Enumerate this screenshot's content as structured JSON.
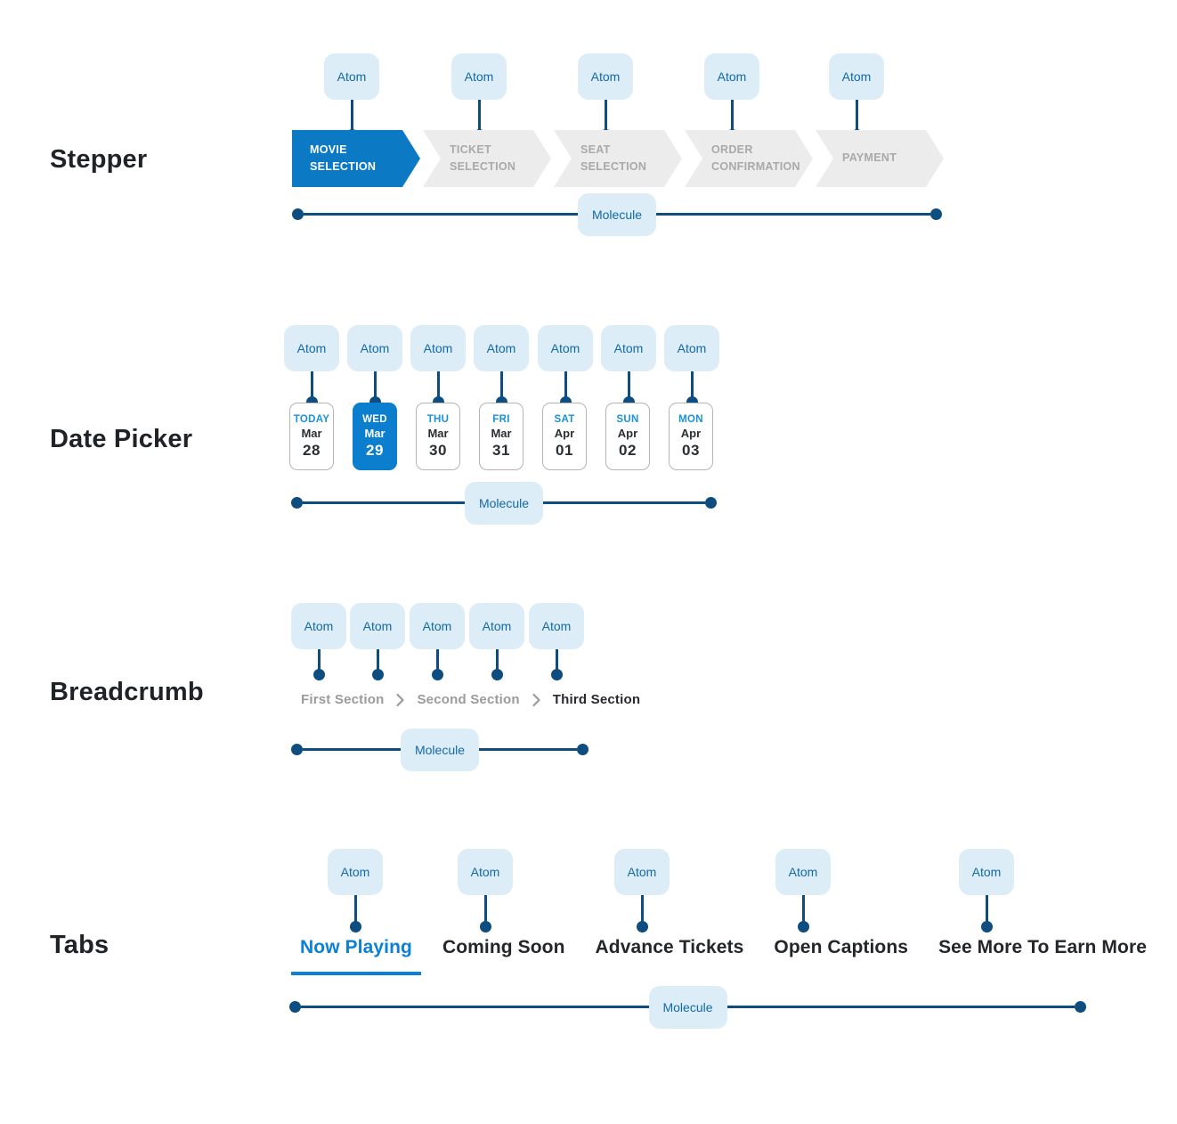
{
  "labels": {
    "atom": "Atom",
    "molecule": "Molecule"
  },
  "sections": {
    "stepper": {
      "title": "Stepper",
      "steps": [
        {
          "label": "MOVIE SELECTION",
          "state": "active"
        },
        {
          "label": "TICKET SELECTION",
          "state": "inactive"
        },
        {
          "label": "SEAT SELECTION",
          "state": "inactive"
        },
        {
          "label": "ORDER CONFIRMATION",
          "state": "inactive"
        },
        {
          "label": "PAYMENT",
          "state": "inactive"
        }
      ]
    },
    "date_picker": {
      "title": "Date Picker",
      "days": [
        {
          "day": "TODAY",
          "month": "Mar",
          "date": "28",
          "selected": false
        },
        {
          "day": "WED",
          "month": "Mar",
          "date": "29",
          "selected": true
        },
        {
          "day": "THU",
          "month": "Mar",
          "date": "30",
          "selected": false
        },
        {
          "day": "FRI",
          "month": "Mar",
          "date": "31",
          "selected": false
        },
        {
          "day": "SAT",
          "month": "Apr",
          "date": "01",
          "selected": false
        },
        {
          "day": "SUN",
          "month": "Apr",
          "date": "02",
          "selected": false
        },
        {
          "day": "MON",
          "month": "Apr",
          "date": "03",
          "selected": false
        }
      ]
    },
    "breadcrumb": {
      "title": "Breadcrumb",
      "items": [
        {
          "label": "First Section",
          "current": false
        },
        {
          "label": "Second Section",
          "current": false
        },
        {
          "label": "Third Section",
          "current": true
        }
      ]
    },
    "tabs": {
      "title": "Tabs",
      "items": [
        {
          "label": "Now Playing",
          "active": true
        },
        {
          "label": "Coming Soon",
          "active": false
        },
        {
          "label": "Advance Tickets",
          "active": false
        },
        {
          "label": "Open Captions",
          "active": false
        },
        {
          "label": "See More To Earn More",
          "active": false
        }
      ]
    }
  },
  "colors": {
    "stepper_active_blue": "#0b79c4",
    "date_selected_blue": "#0b7ecd",
    "tab_active_blue": "#0a80d6",
    "day_label_blue": "#1b93d8",
    "annotation_line_navy": "#0d4d7f",
    "annotation_tag_bg": "#ddedf8",
    "annotation_tag_text": "#1269a8",
    "step_inactive_bg": "#ececec",
    "step_inactive_text": "#a9a9a9",
    "breadcrumb_gray": "#9b9b9b",
    "heading_dark": "#1f2226"
  }
}
